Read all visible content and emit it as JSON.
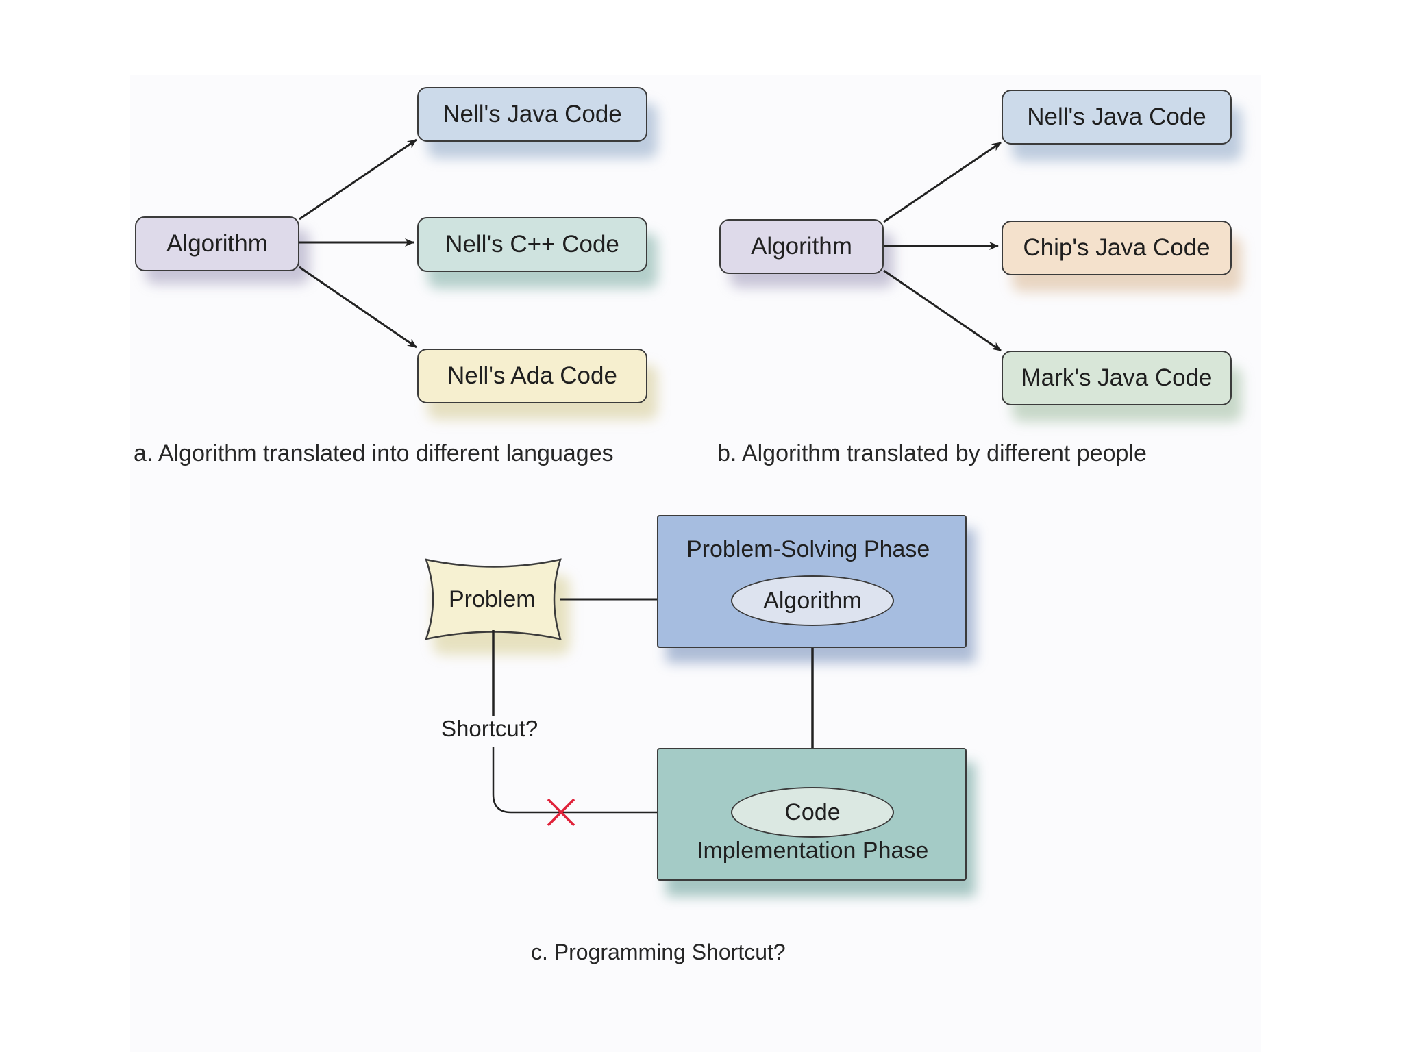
{
  "diagram_a": {
    "source": "Algorithm",
    "targets": [
      "Nell's Java Code",
      "Nell's C++ Code",
      "Nell's Ada Code"
    ],
    "caption": "a. Algorithm translated into different languages"
  },
  "diagram_b": {
    "source": "Algorithm",
    "targets": [
      "Nell's Java Code",
      "Chip's Java Code",
      "Mark's Java Code"
    ],
    "caption": "b. Algorithm translated by different people"
  },
  "diagram_c": {
    "problem": "Problem",
    "problem_solving_phase": "Problem-Solving Phase",
    "algorithm": "Algorithm",
    "implementation_phase": "Implementation Phase",
    "code": "Code",
    "shortcut": "Shortcut?",
    "caption": "c. Programming Shortcut?"
  },
  "colors": {
    "algorithm_fill": "#dedaea",
    "java_fill": "#ccdaea",
    "cpp_fill": "#cfe3df",
    "ada_fill": "#f6efcf",
    "chip_fill": "#f4e1cc",
    "mark_fill": "#d8e6d8",
    "problem_fill": "#f6f1d2",
    "problem_phase_fill": "#a6bde0",
    "implementation_phase_fill": "#a4cbc6",
    "ellipse_fill": "#dde3ef",
    "code_ellipse_fill": "#dbe8e2",
    "blocked_mark": "#e0223a"
  },
  "icons": {
    "blocked": "x-mark-icon"
  }
}
